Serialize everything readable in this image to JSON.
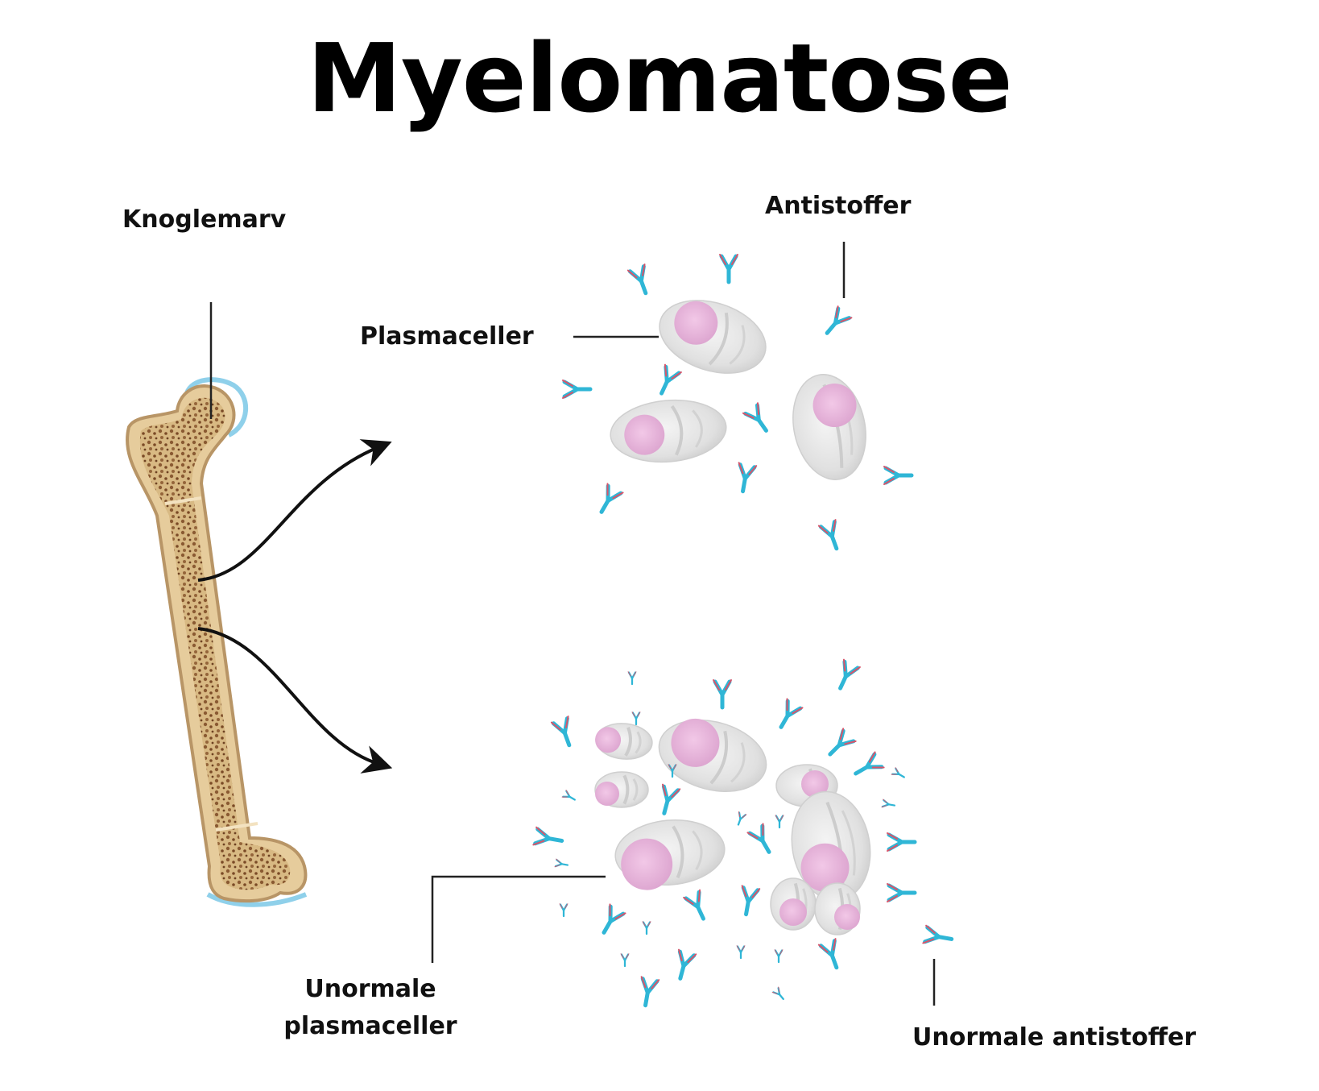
{
  "title": "Myelomatose",
  "labels": {
    "bone_marrow": "Knoglemarv",
    "antibodies": "Antistoffer",
    "plasma_cells": "Plasmaceller",
    "abnormal_plasma_cells_line1": "Unormale",
    "abnormal_plasma_cells_line2": "plasmaceller",
    "abnormal_antibodies": "Unormale antistoffer"
  },
  "colors": {
    "bone_fill": "#e3c99a",
    "bone_outline": "#b89566",
    "marrow_dots": "#8a5a32",
    "cartilage": "#8fd0ea",
    "cell_body": "#e6e6e6",
    "nucleus": "#e8b6dd",
    "antibody_blue": "#2fb6d6",
    "antibody_red": "#d8546a",
    "line": "#222222"
  }
}
